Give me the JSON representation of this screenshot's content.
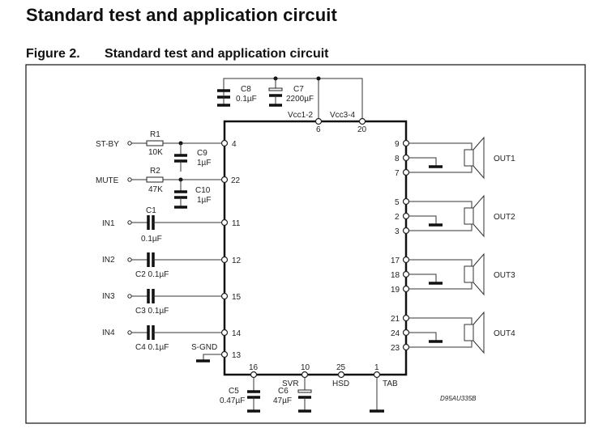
{
  "section_title": "Standard test and application circuit",
  "figure": {
    "number": "Figure 2.",
    "caption": "Standard test and application circuit"
  },
  "diagram": {
    "supply": {
      "c8": {
        "name": "C8",
        "value": "0.1µF"
      },
      "c7": {
        "name": "C7",
        "value": "2200µF"
      },
      "vcc12": {
        "label": "Vcc1-2",
        "pin": "6"
      },
      "vcc34": {
        "label": "Vcc3-4",
        "pin": "20"
      }
    },
    "left_inputs": [
      {
        "signal": "ST-BY",
        "part": "R1",
        "value": "10K",
        "pin": "4",
        "cap": "C9",
        "cap_value": "1µF"
      },
      {
        "signal": "MUTE",
        "part": "R2",
        "value": "47K",
        "pin": "22",
        "cap": "C10",
        "cap_value": "1µF"
      },
      {
        "signal": "IN1",
        "part": "C1",
        "value": "0.1µF",
        "pin": "11"
      },
      {
        "signal": "IN2",
        "part": "C2 0.1µF",
        "pin": "12"
      },
      {
        "signal": "IN3",
        "part": "C3 0.1µF",
        "pin": "15"
      },
      {
        "signal": "IN4",
        "part": "C4 0.1µF",
        "pin": "14"
      }
    ],
    "sgnd": {
      "label": "S-GND",
      "pin": "13"
    },
    "bottom": [
      {
        "pin": "16",
        "part": "C5",
        "value": "0.47µF"
      },
      {
        "pin": "10",
        "label": "SVR",
        "part": "C6",
        "value": "47µF"
      },
      {
        "pin": "25",
        "label": "HSD"
      },
      {
        "pin": "1",
        "label": "TAB"
      }
    ],
    "outputs": [
      {
        "label": "OUT1",
        "pins": [
          "9",
          "8",
          "7"
        ]
      },
      {
        "label": "OUT2",
        "pins": [
          "5",
          "2",
          "3"
        ]
      },
      {
        "label": "OUT3",
        "pins": [
          "17",
          "18",
          "19"
        ]
      },
      {
        "label": "OUT4",
        "pins": [
          "21",
          "24",
          "23"
        ]
      }
    ],
    "drawing_code": "D95AU335B"
  }
}
